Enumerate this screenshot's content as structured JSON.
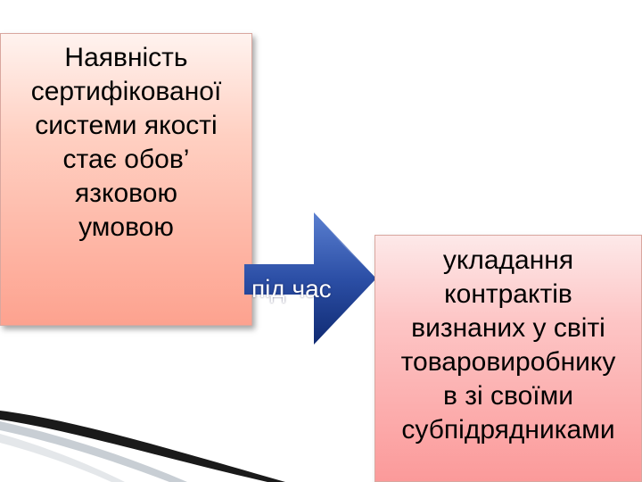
{
  "boxes": {
    "left": {
      "text": "Наявність\nсертифікованої\nсистеми якості\nстає обов’\nязковою\nумовою"
    },
    "right": {
      "text": "укладання\nконтрактів\nвизнаних у світі\nтоваровиробнику\nв зі своїми\nсубпідрядниками"
    }
  },
  "arrow": {
    "label": "під час"
  },
  "colors": {
    "left_box": "#fda28f",
    "right_box": "#fb9a9a",
    "arrow": "#1f3f8f"
  }
}
